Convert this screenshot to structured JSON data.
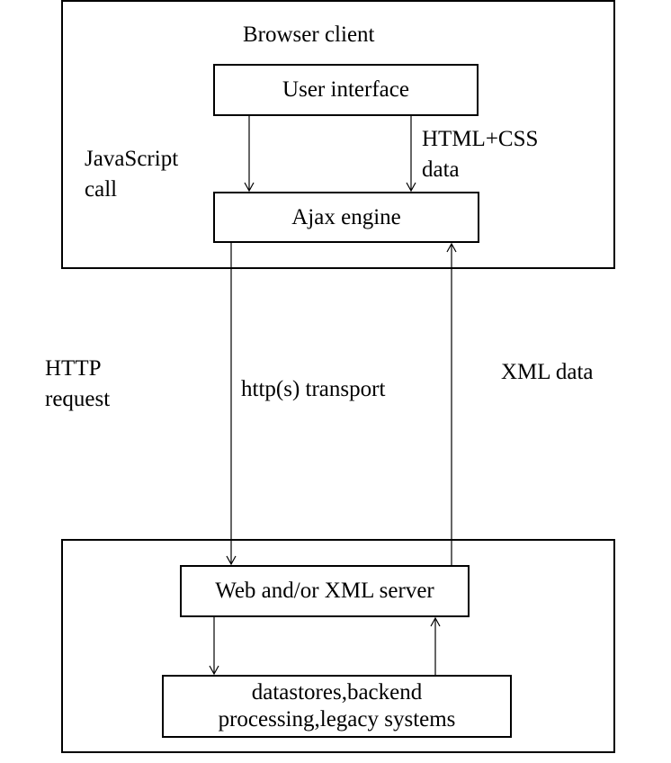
{
  "browser_client": {
    "title": "Browser client",
    "user_interface": "User interface",
    "ajax_engine": "Ajax engine",
    "javascript_call": "JavaScript\ncall",
    "html_css_data": "HTML+CSS\ndata"
  },
  "transport": {
    "http_request": "HTTP\nrequest",
    "http_transport": "http(s) transport",
    "xml_data": "XML data"
  },
  "server_side": {
    "web_server": "Web and/or XML server",
    "datastores": "datastores,backend\nprocessing,legacy  systems"
  }
}
